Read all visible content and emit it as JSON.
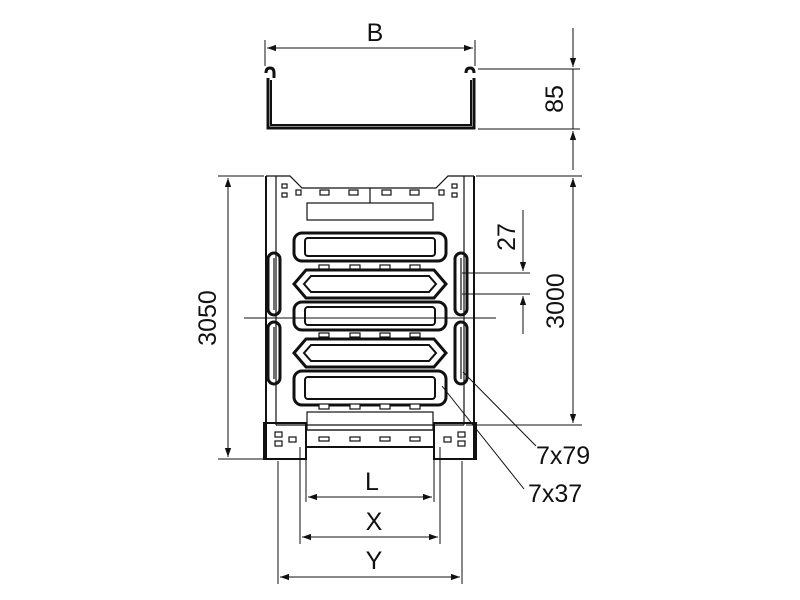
{
  "drawing": {
    "labels": {
      "width_b": "B",
      "height_85": "85",
      "length_3050": "3050",
      "length_3000": "3000",
      "pitch_27": "27",
      "slot_7x79": "7x79",
      "slot_7x37": "7x37",
      "dim_l": "L",
      "dim_x": "X",
      "dim_y": "Y"
    }
  }
}
